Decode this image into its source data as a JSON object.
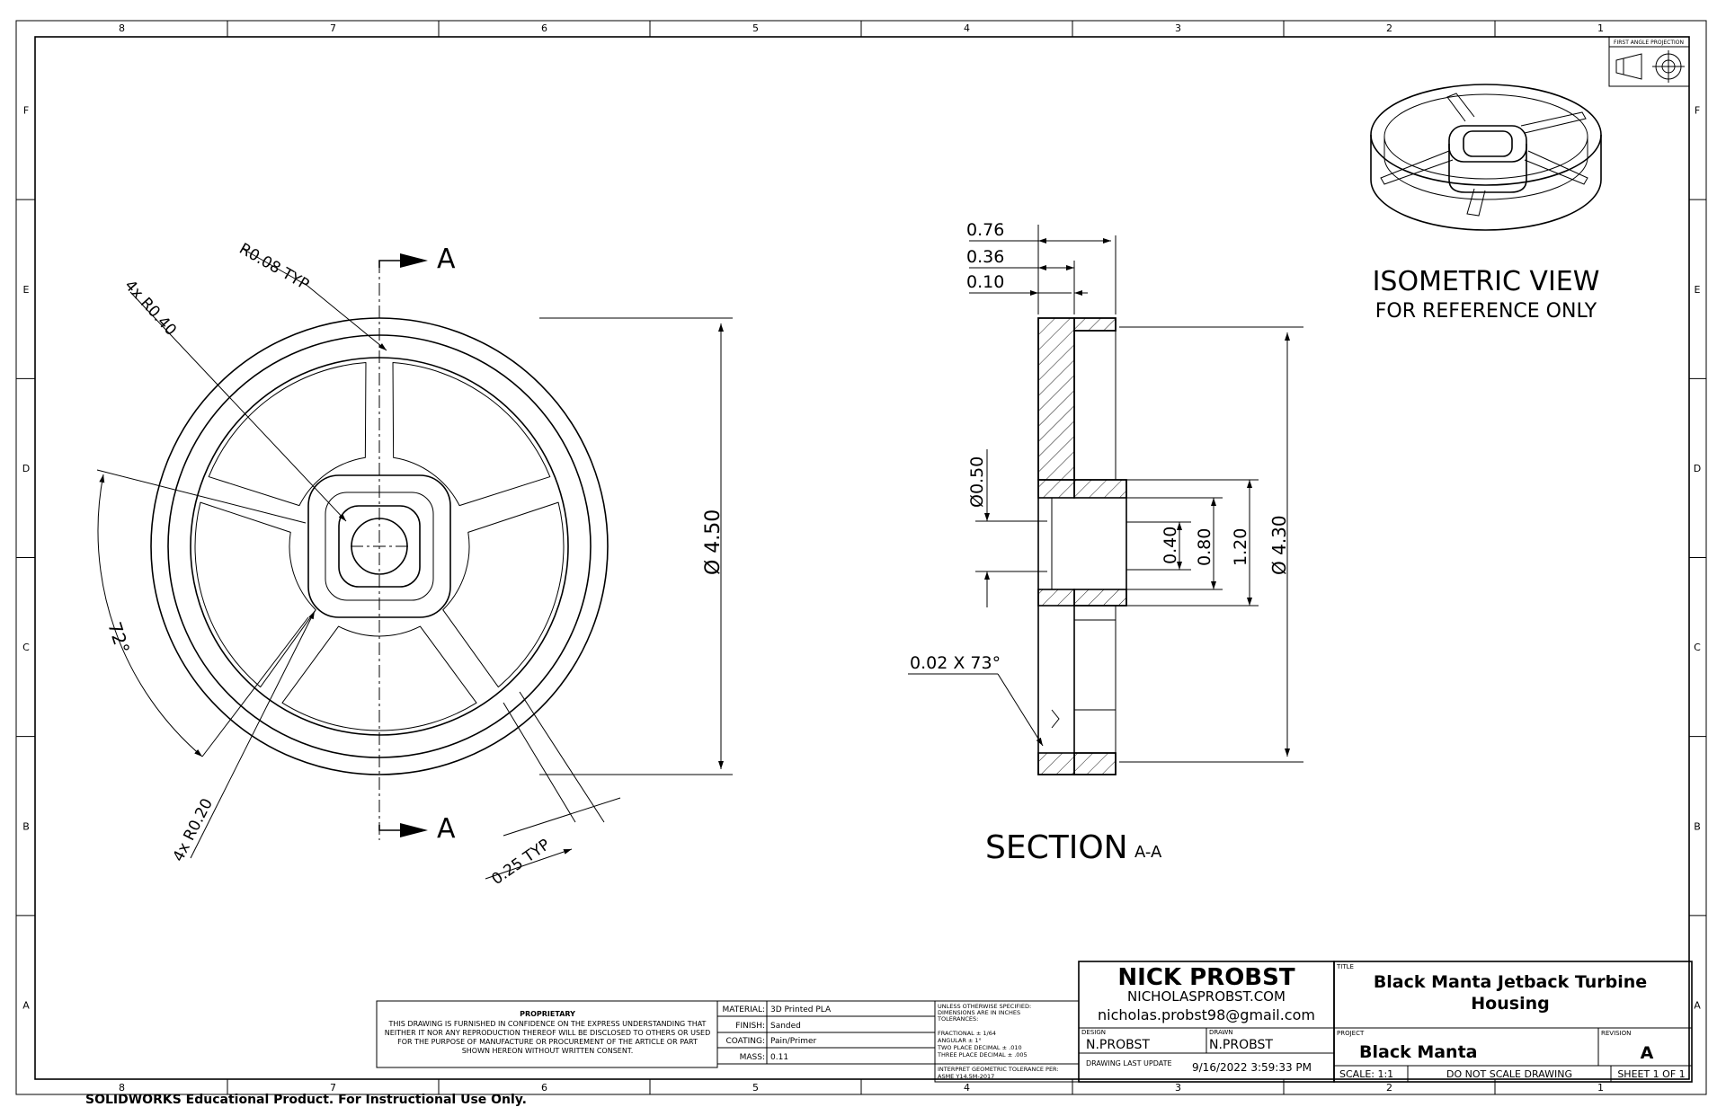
{
  "zones": {
    "columns": [
      "8",
      "7",
      "6",
      "5",
      "4",
      "3",
      "2",
      "1"
    ],
    "rows": [
      "F",
      "E",
      "D",
      "C",
      "B",
      "A"
    ]
  },
  "projection": {
    "label": "FIRST ANGLE PROJECTION"
  },
  "front_view": {
    "section_marker_top": "A",
    "section_marker_bottom": "A",
    "dims": {
      "fillet_typ": "R0.08 TYP",
      "hub_radius": "4x R0.40",
      "spoke_angle": "72°",
      "spoke_radius": "4x R0.20",
      "spoke_width": "0.25 TYP",
      "outer_dia": "Ø 4.50"
    }
  },
  "section_view": {
    "title": "SECTION",
    "subtitle": "A-A",
    "dims": {
      "d076": "0.76",
      "d036": "0.36",
      "d010": "0.10",
      "dia050": "Ø0.50",
      "d040": "0.40",
      "d080": "0.80",
      "d120": "1.20",
      "dia430": "Ø 4.30",
      "chamfer": "0.02 X 73°"
    }
  },
  "iso_view": {
    "title": "ISOMETRIC VIEW",
    "subtitle": "FOR REFERENCE ONLY"
  },
  "title_block": {
    "proprietary_heading": "PROPRIETARY",
    "proprietary_lines": [
      "THIS DRAWING IS FURNISHED IN CONFIDENCE ON THE EXPRESS UNDERSTANDING THAT",
      "NEITHER IT NOR ANY REPRODUCTION THEREOF WILL BE DISCLOSED TO OTHERS OR USED",
      "FOR THE PURPOSE OF MANUFACTURE OR PROCUREMENT OF THE ARTICLE OR PART",
      "SHOWN HEREON WITHOUT WRITTEN CONSENT."
    ],
    "material_label": "MATERIAL:",
    "material": "3D Printed PLA",
    "finish_label": "FINISH:",
    "finish": "Sanded",
    "coating_label": "COATING:",
    "coating": "Pain/Primer",
    "mass_label": "MASS:",
    "mass": "0.11",
    "tolerance_lines": [
      "UNLESS OTHERWISE SPECIFIED:",
      "DIMENSIONS ARE IN INCHES",
      "TOLERANCES:",
      "FRACTIONAL ± 1/64",
      "ANGULAR ± 1°",
      "TWO PLACE DECIMAL   ± .010",
      "THREE PLACE DECIMAL  ± .005"
    ],
    "interpret_lines": [
      "INTERPRET GEOMETRIC TOLERANCE PER:",
      "ASME Y14.5M-2017"
    ],
    "company": "NICK PROBST",
    "website": "NICHOLASPROBST.COM",
    "email": "nicholas.probst98@gmail.com",
    "design_label": "DESIGN",
    "design": "N.PROBST",
    "drawn_label": "DRAWN",
    "drawn": "N.PROBST",
    "last_update_label": "DRAWING LAST UPDATE",
    "last_update": "9/16/2022 3:59:33 PM",
    "title_label": "TITLE",
    "title_line1": "Black Manta Jetback Turbine",
    "title_line2": "Housing",
    "project_label": "PROJECT",
    "project": "Black Manta",
    "revision_label": "REVISION",
    "revision": "A",
    "scale": "SCALE: 1:1",
    "do_not_scale": "DO NOT SCALE DRAWING",
    "sheet": "SHEET 1 OF 1"
  },
  "watermark": "SOLIDWORKS Educational Product. For Instructional Use Only."
}
